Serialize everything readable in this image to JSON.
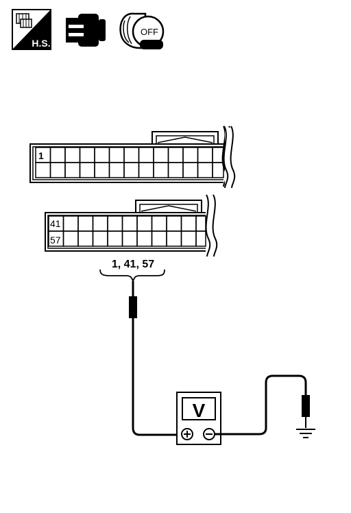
{
  "icons": {
    "harness_label": "H.S.",
    "ignition_label": "OFF"
  },
  "connector_upper": {
    "pin_label": "1"
  },
  "connector_lower": {
    "pin_label_row1": "41",
    "pin_label_row2": "57"
  },
  "probe_label": "1, 41, 57",
  "voltmeter": {
    "symbol": "V",
    "positive_symbol": "⊕",
    "negative_symbol": "⊖"
  }
}
